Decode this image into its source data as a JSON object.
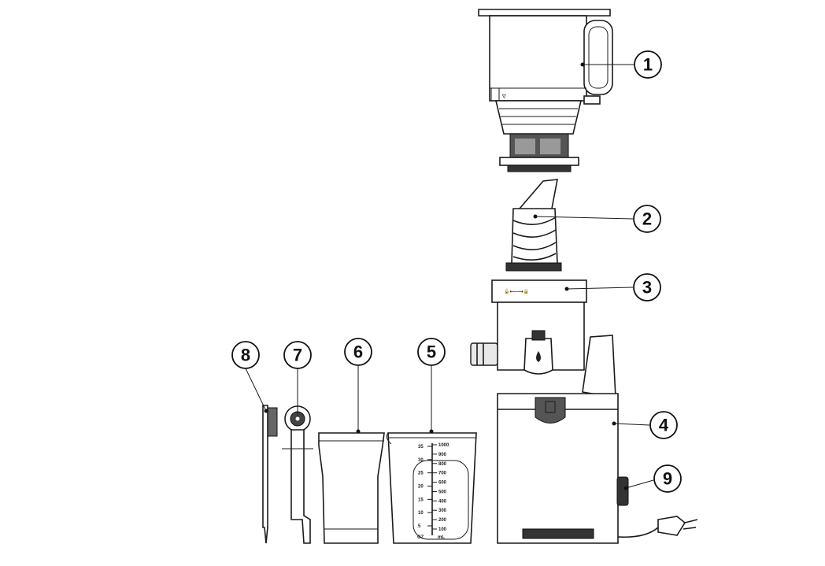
{
  "callouts": [
    {
      "number": "1"
    },
    {
      "number": "2"
    },
    {
      "number": "3"
    },
    {
      "number": "4"
    },
    {
      "number": "5"
    },
    {
      "number": "6"
    },
    {
      "number": "7"
    },
    {
      "number": "8"
    },
    {
      "number": "9"
    }
  ],
  "measuring_cup": {
    "oz_labels": [
      "35",
      "30",
      "25",
      "20",
      "15",
      "10",
      "5"
    ],
    "ml_labels": [
      "1000",
      "900",
      "800",
      "700",
      "600",
      "500",
      "400",
      "300",
      "200",
      "100"
    ],
    "oz_unit": "OZ",
    "ml_unit": "mL"
  },
  "colors": {
    "line": "#1a1a1a",
    "background": "#ffffff"
  }
}
